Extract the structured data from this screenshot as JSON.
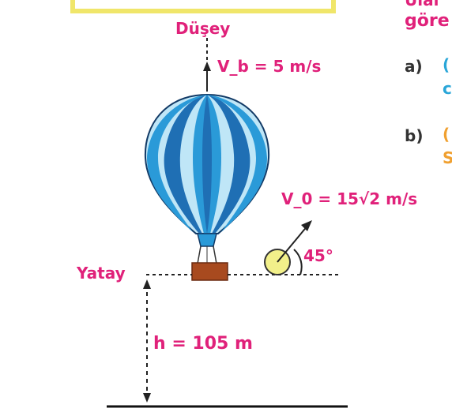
{
  "diagram": {
    "labels": {
      "vertical_axis": "Düşey",
      "vb": "V_b = 5 m/s",
      "v0": "V_0 = 15√2 m/s",
      "angle": "45°",
      "horizontal_axis": "Yatay",
      "height": "h = 105 m"
    },
    "side_text": {
      "top_fragment": "Ulal",
      "line2": "göre",
      "item_a": "a)",
      "item_b": "b)"
    }
  },
  "colors": {
    "label_pink": "#e0217a",
    "balloon_blue_dark": "#1f6fb4",
    "balloon_blue_mid": "#2a9ad8",
    "balloon_blue_light": "#bfe6f7",
    "basket": "#a84a1f",
    "ball": "#f2f08a",
    "frame_yellow": "#f0e66a",
    "item_a_mark": "#2aa6d8",
    "item_b_mark": "#f0a030"
  }
}
